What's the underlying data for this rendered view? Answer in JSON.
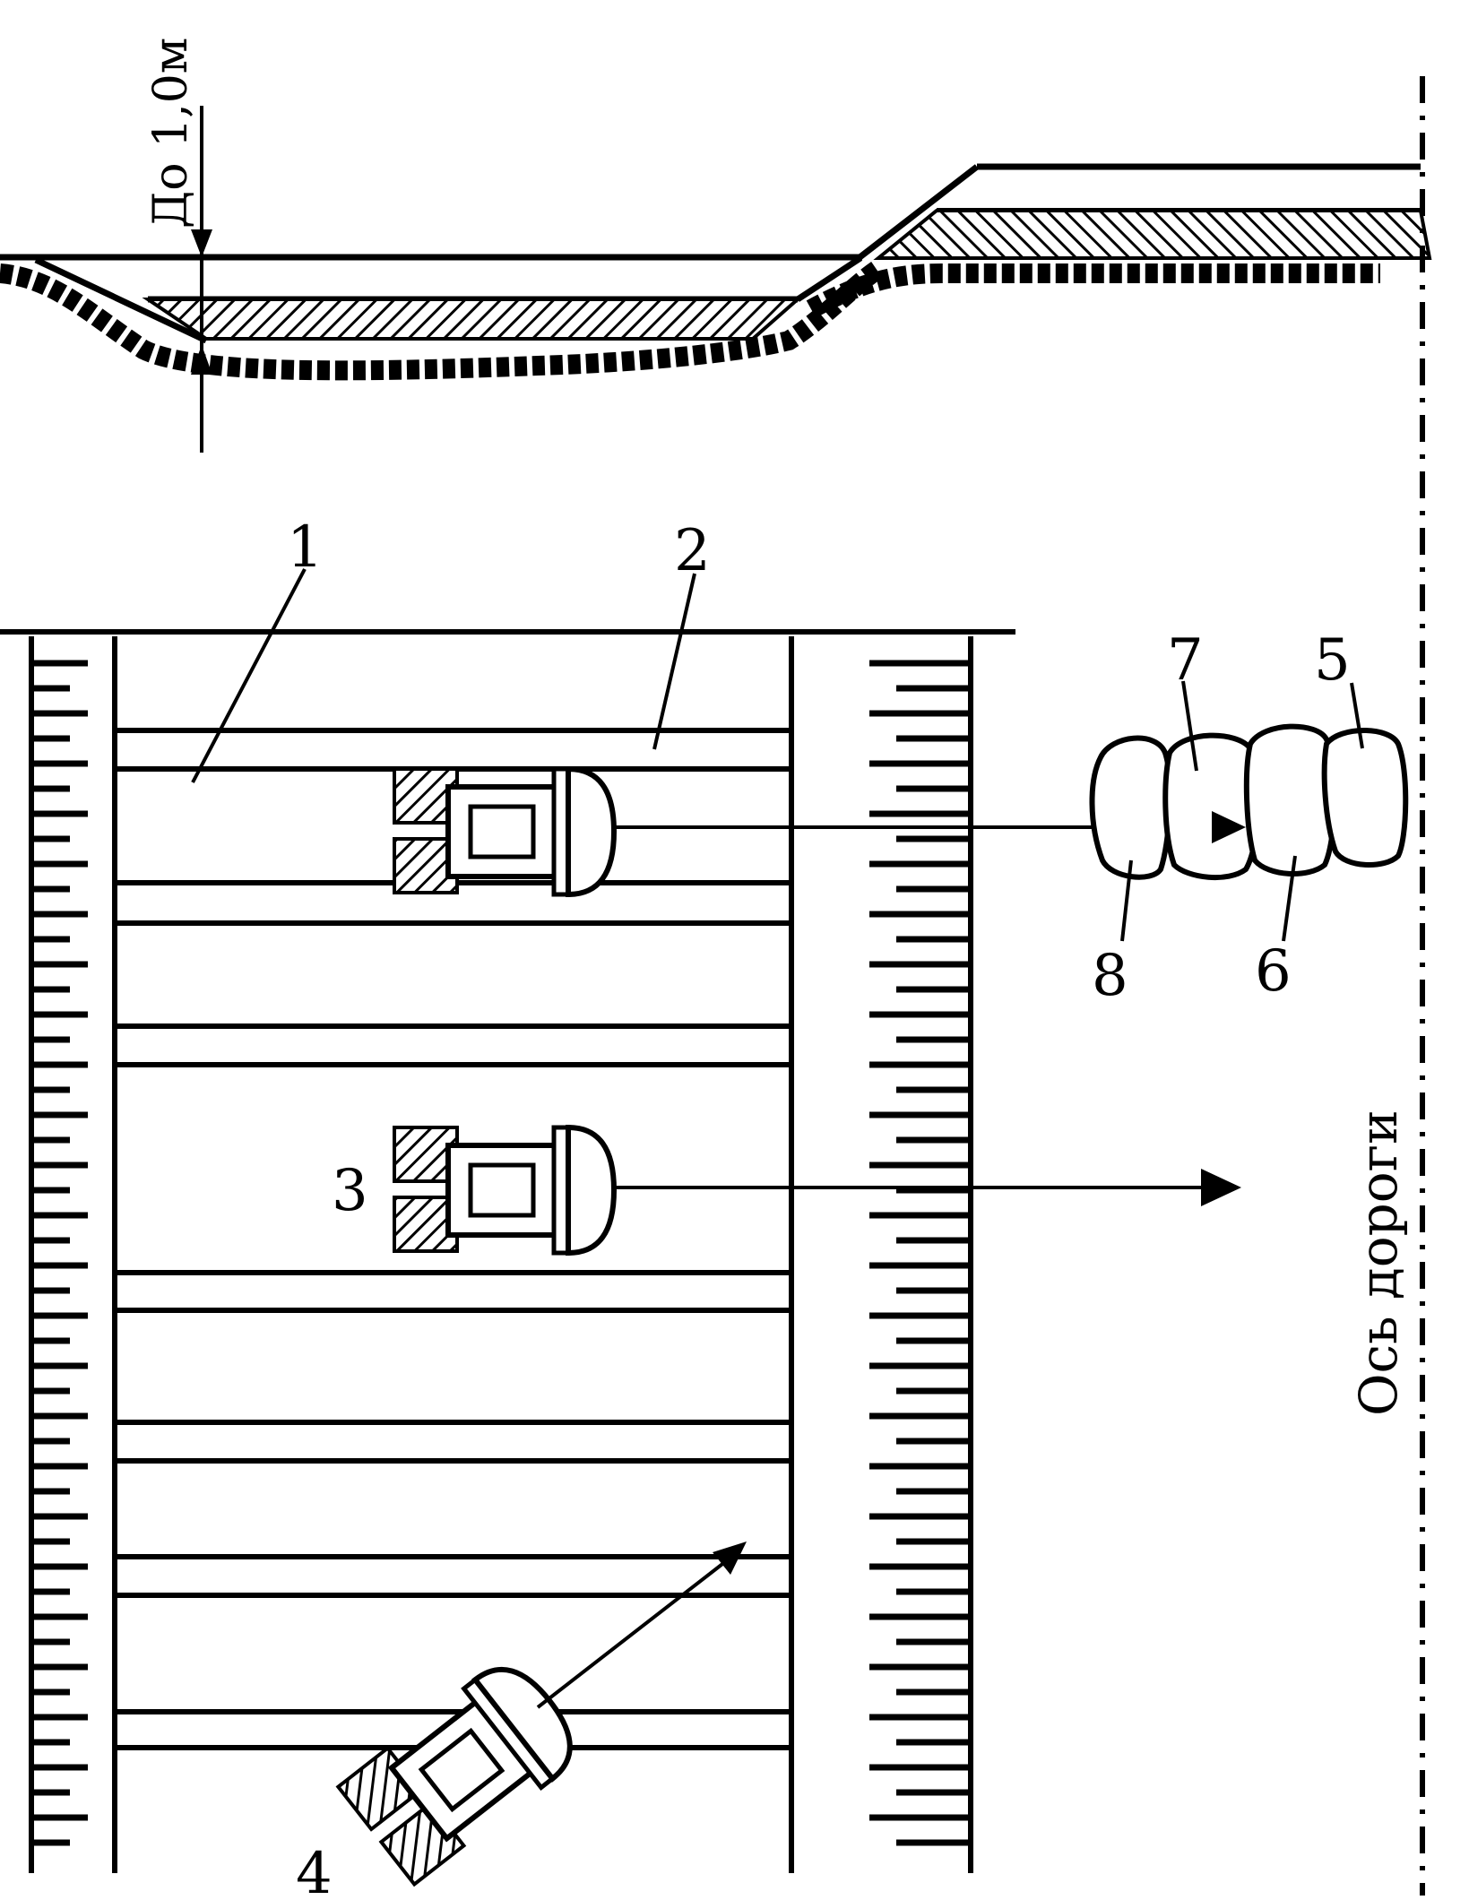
{
  "labels": {
    "depth": "До 1,0м",
    "axis": "Ось дороги",
    "n1": "1",
    "n2": "2",
    "n3": "3",
    "n4": "4",
    "n5": "5",
    "n6": "6",
    "n7": "7",
    "n8": "8"
  },
  "colors": {
    "ink": "#000000",
    "paper": "#ffffff"
  }
}
